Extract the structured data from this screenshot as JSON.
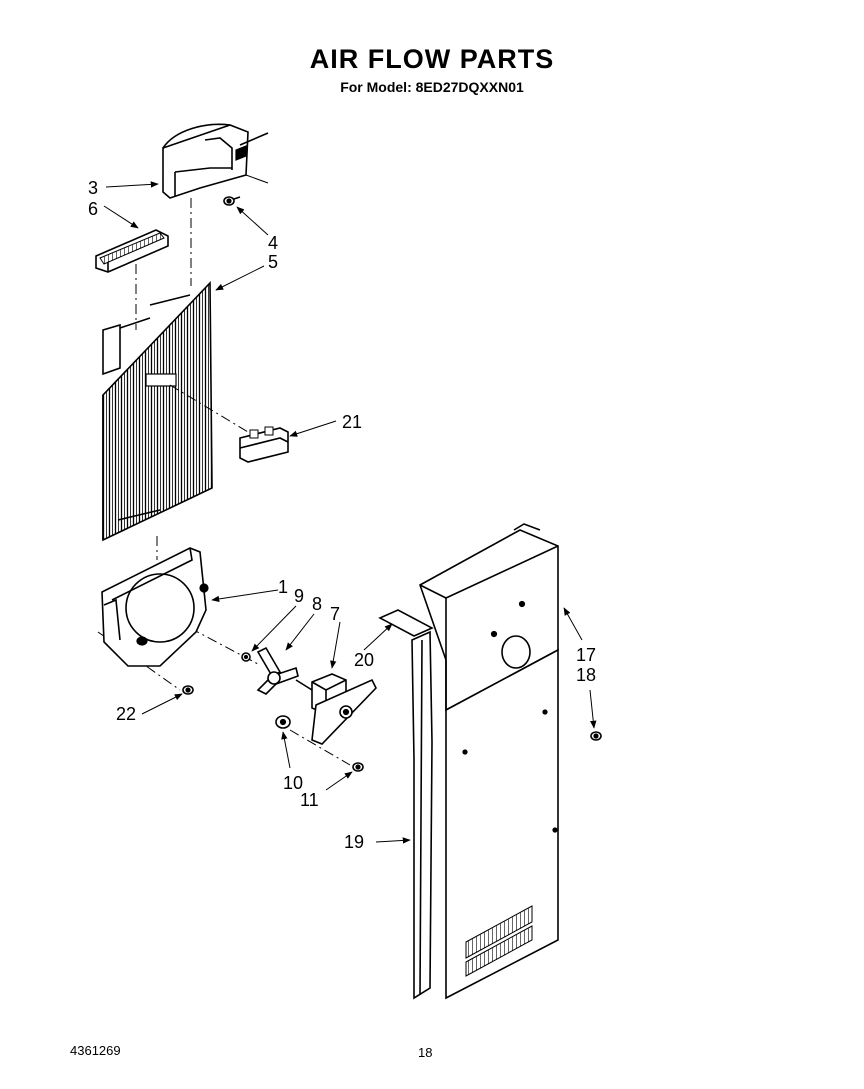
{
  "title": "AIR FLOW PARTS",
  "subtitle": "For Model: 8ED27DQXXN01",
  "doc_number": "4361269",
  "page_number": "18",
  "callouts": {
    "c1": "1",
    "c3": "3",
    "c4": "4",
    "c5": "5",
    "c6": "6",
    "c7": "7",
    "c8": "8",
    "c9": "9",
    "c10": "10",
    "c11": "11",
    "c17": "17",
    "c18": "18",
    "c19": "19",
    "c20": "20",
    "c21": "21",
    "c22": "22"
  }
}
